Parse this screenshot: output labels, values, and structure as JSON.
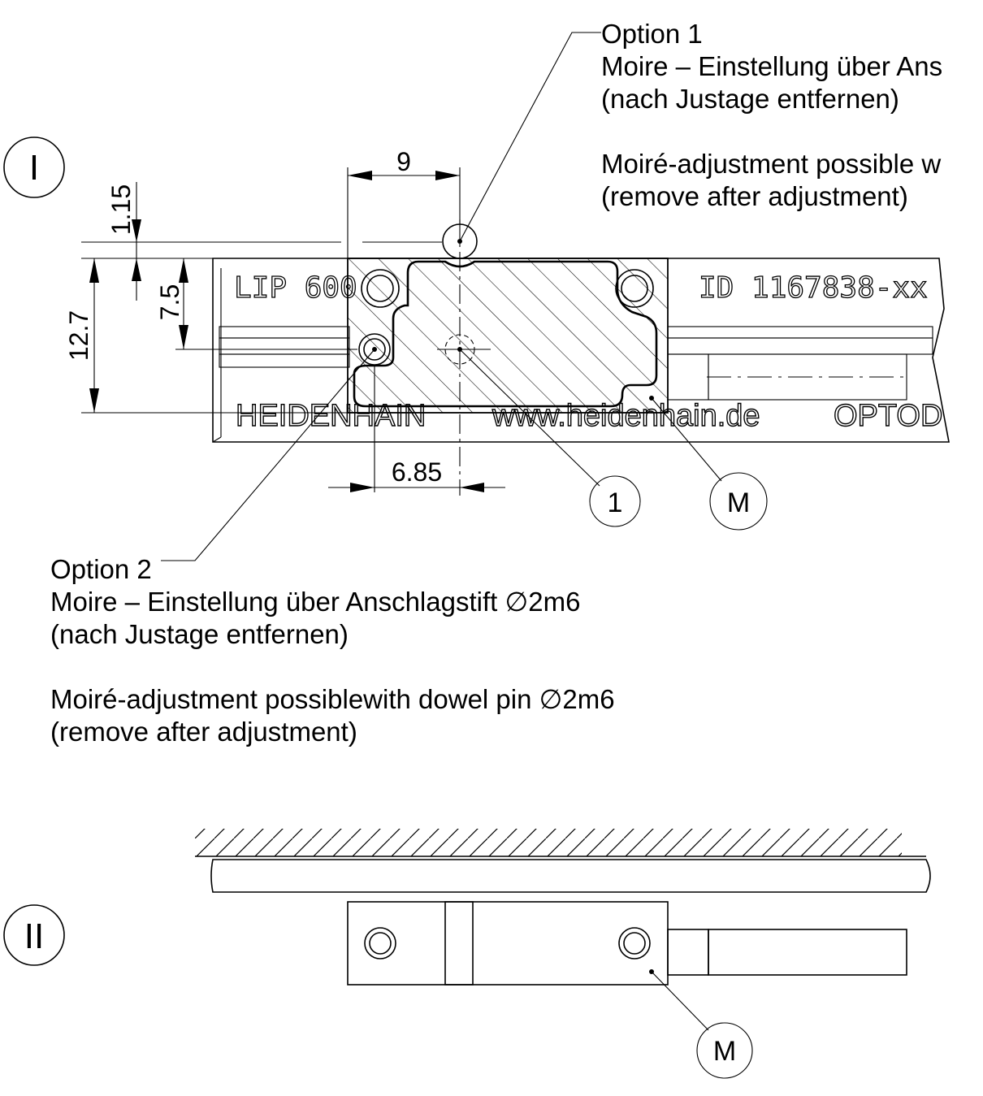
{
  "view_labels": {
    "view_1": "I",
    "view_2": "II"
  },
  "option1": {
    "title": "Option 1",
    "de_line1": "Moire – Einstellung über Ans",
    "de_line2": "(nach Justage entfernen)",
    "en_line1": "Moiré-adjustment possible w",
    "en_line2": "(remove after adjustment)"
  },
  "option2": {
    "title": "Option 2",
    "de_line1": "Moire – Einstellung über Anschlagstift",
    "de_line1_suffix": "2m6",
    "de_line2": "(nach Justage entfernen)",
    "en_line1": "Moiré-adjustment possiblewith dowel pin",
    "en_line1_suffix": "2m6",
    "en_line2": "(remove after adjustment)"
  },
  "symbols": {
    "diameter": "∅"
  },
  "dimensions": {
    "width_top": "9",
    "width_bottom": "6.85",
    "offset_top": "1.15",
    "height_inner": "7.5",
    "height_total": "12.7"
  },
  "scale_markings": {
    "model_text": "LIP 600",
    "id_text": "ID 1167838-xx",
    "brand_text": "HEIDENHAIN",
    "web_text": "www.heidenhain.de",
    "series_text": "OPTOD"
  },
  "callouts": {
    "ref_1": "1",
    "ref_m": "M",
    "ref_m_view2": "M"
  }
}
